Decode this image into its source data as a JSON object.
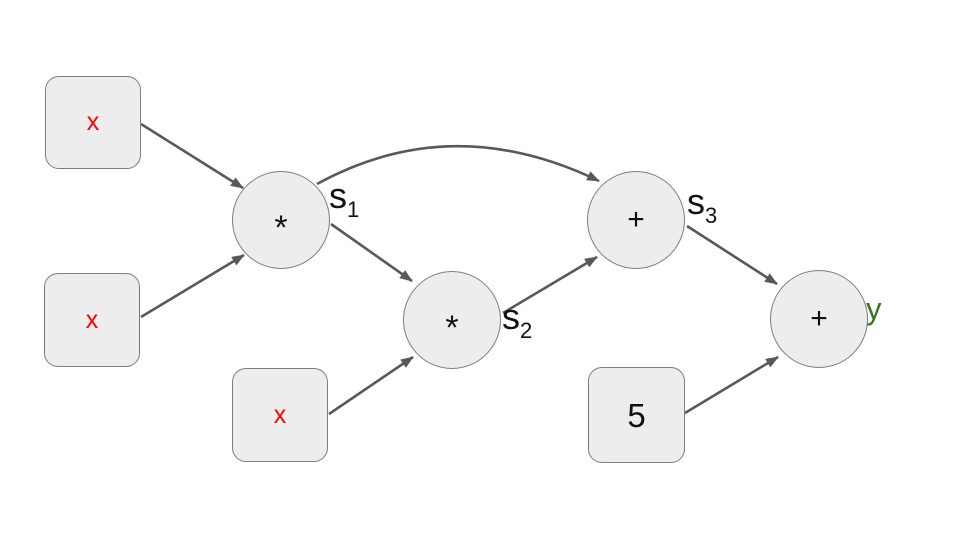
{
  "diagram": {
    "type": "computation-graph",
    "background_color": "#ffffff",
    "colors": {
      "node_fill": "#ededed",
      "node_border": "#7d7d7d",
      "edge": "#595959",
      "input_text": "#ff0000",
      "constant_text": "#111111",
      "operator_text": "#111111",
      "signal_text": "#111111",
      "output_text": "#38761d"
    },
    "nodes": {
      "input1": {
        "label": "x",
        "shape": "rounded-square"
      },
      "input2": {
        "label": "x",
        "shape": "rounded-square"
      },
      "input3": {
        "label": "x",
        "shape": "rounded-square"
      },
      "constant": {
        "label": "5",
        "shape": "rounded-square"
      },
      "op1": {
        "label": "*",
        "shape": "circle",
        "signal": "s",
        "signal_sub": "1"
      },
      "op2": {
        "label": "*",
        "shape": "circle",
        "signal": "s",
        "signal_sub": "2"
      },
      "op3": {
        "label": "+",
        "shape": "circle",
        "signal": "s",
        "signal_sub": "3"
      },
      "op4": {
        "label": "+",
        "shape": "circle",
        "output_label": "y"
      }
    },
    "edges": [
      {
        "from": "input1",
        "to": "op1",
        "style": "straight-arrow"
      },
      {
        "from": "input2",
        "to": "op1",
        "style": "straight-arrow"
      },
      {
        "from": "op1",
        "to": "op2",
        "style": "straight-arrow"
      },
      {
        "from": "input3",
        "to": "op2",
        "style": "straight-arrow"
      },
      {
        "from": "op2",
        "to": "op3",
        "style": "straight-arrow"
      },
      {
        "from": "op1",
        "to": "op3",
        "style": "curved-arrow"
      },
      {
        "from": "op3",
        "to": "op4",
        "style": "straight-arrow"
      },
      {
        "from": "constant",
        "to": "op4",
        "style": "straight-arrow"
      }
    ]
  }
}
